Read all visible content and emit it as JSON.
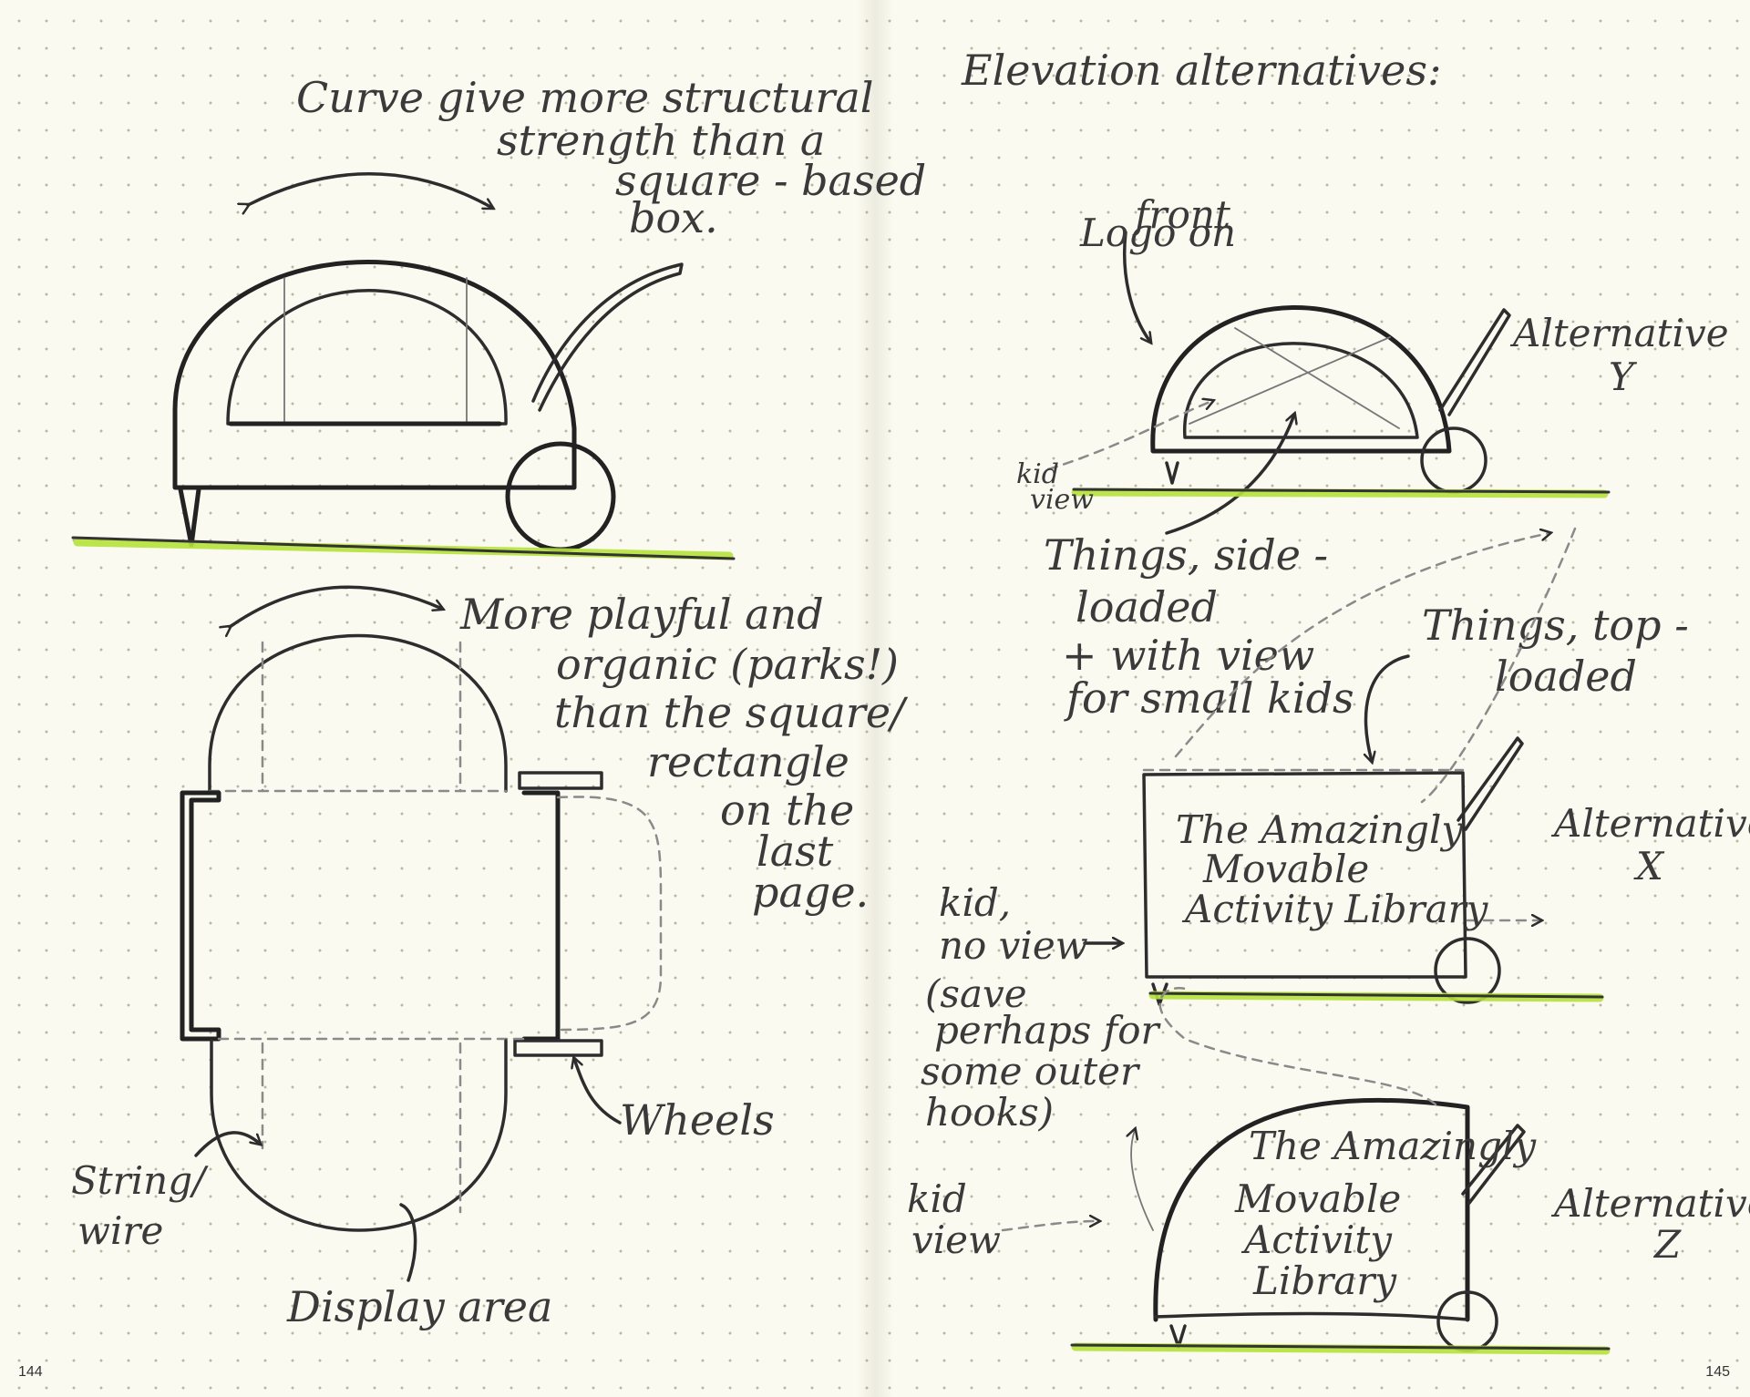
{
  "pages": {
    "left": {
      "page_number": "144",
      "notes": {
        "curve_note": [
          "Curve give more structural",
          "strength than a",
          "square - based",
          "box."
        ],
        "playful_note": [
          "More playful and",
          "organic (parks!)",
          "than the square/",
          "rectangle",
          "on the",
          "last",
          "page."
        ],
        "wheels_label": "Wheels",
        "string_label": [
          "String/",
          "wire"
        ],
        "display_label": "Display area"
      }
    },
    "right": {
      "page_number": "145",
      "heading": "Elevation alternatives:",
      "logo_note": [
        "Logo on",
        "front"
      ],
      "kid_view_label": [
        "kid",
        "view"
      ],
      "alt_y_label": [
        "Alternative",
        "Y"
      ],
      "side_loaded_note": [
        "Things, side -",
        "loaded",
        "+ with view",
        "for small kids"
      ],
      "top_loaded_note": [
        "Things, top -",
        "loaded"
      ],
      "box_text_x": [
        "The Amazingly",
        "Movable",
        "Activity Library"
      ],
      "alt_x_label": [
        "Alternative",
        "X"
      ],
      "kid_no_view_note": [
        "kid,",
        "no view",
        "(save",
        "perhaps for",
        "some outer",
        "hooks)"
      ],
      "box_text_z": [
        "The Amazingly",
        "Movable",
        "Activity",
        "Library"
      ],
      "alt_z_label": [
        "Alternative",
        "Z"
      ],
      "kid_view_z_label": [
        "kid",
        "view"
      ]
    }
  },
  "colors": {
    "paper": "#fbfaf0",
    "pencil": "#2d2d2d",
    "highlight_green": "#b6e23c"
  }
}
